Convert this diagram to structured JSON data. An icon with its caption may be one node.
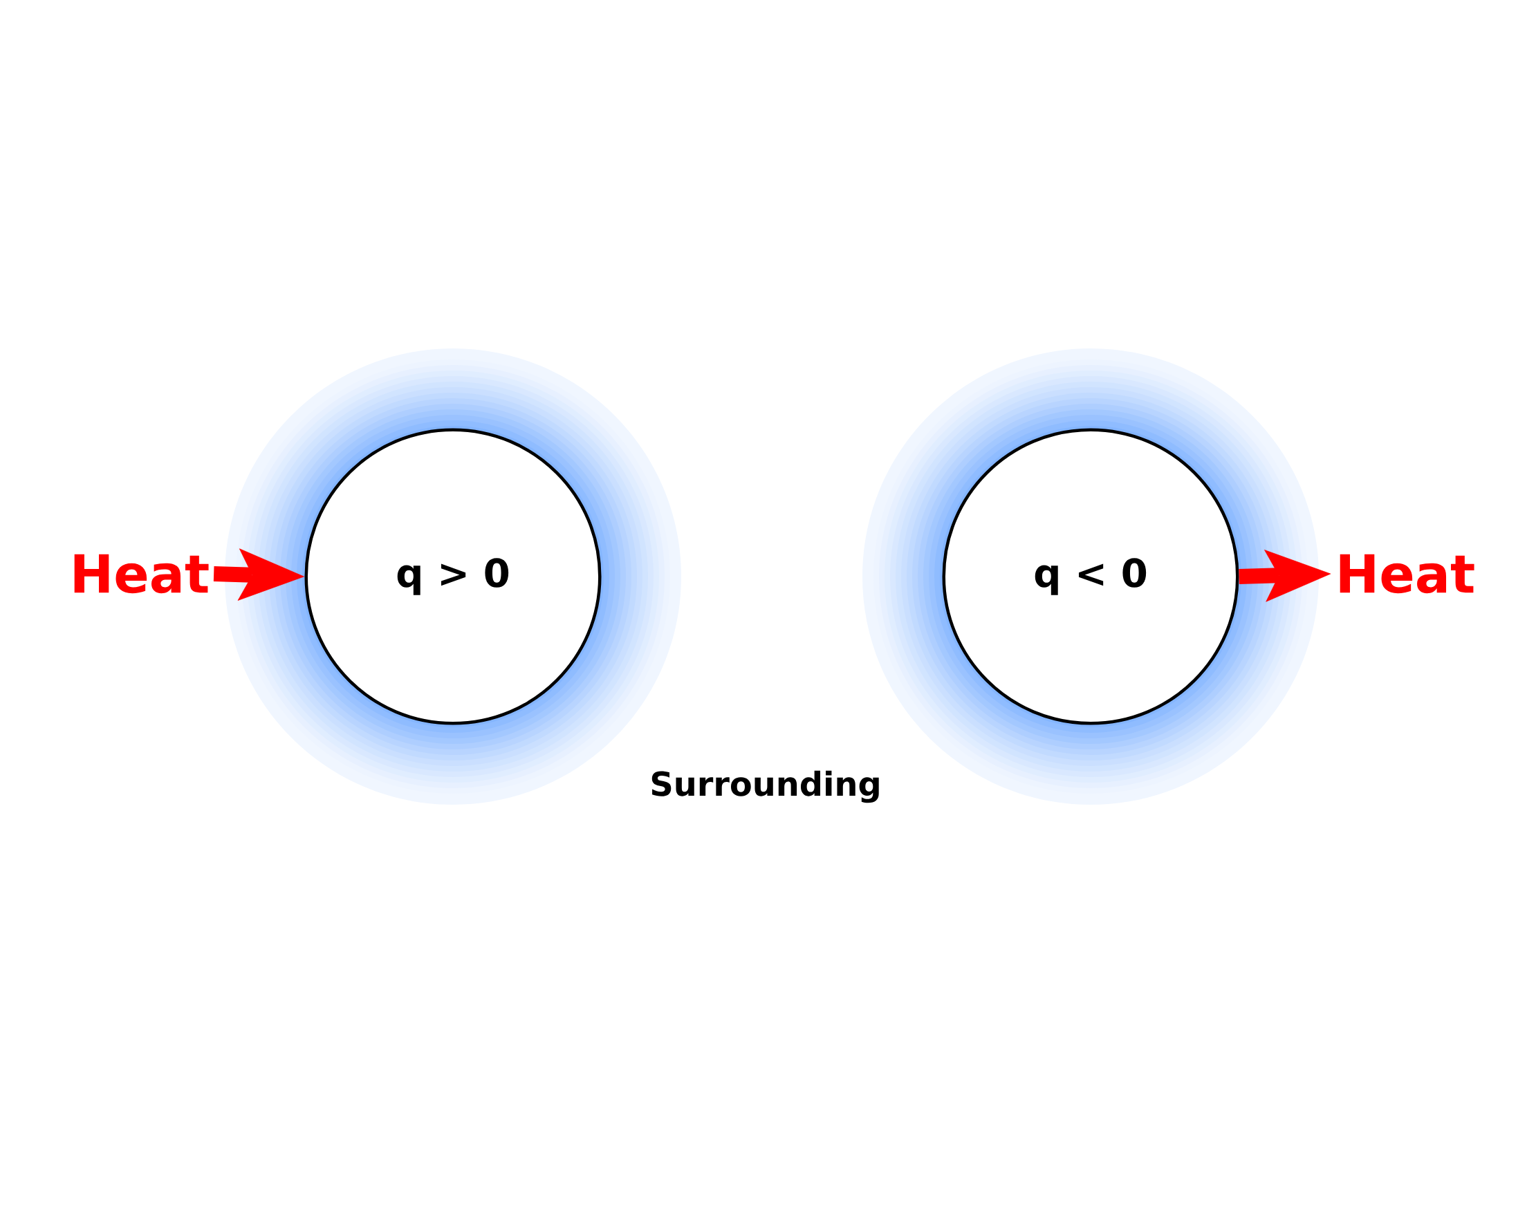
{
  "diagram": {
    "nodes": [
      {
        "text": [
          "Heat"
        ]
      },
      {
        "text": [
          "q > 0"
        ]
      },
      {
        "text": [
          "q < 0"
        ]
      },
      {
        "text": [
          "Heat"
        ]
      }
    ],
    "edges": [
      {
        "from": 0,
        "to": 1,
        "arrow": "to",
        "color": "#ff0000"
      },
      {
        "from": 2,
        "to": 3,
        "arrow": "to",
        "color": "#ff0000"
      }
    ],
    "labels": [
      "Surrounding"
    ]
  }
}
